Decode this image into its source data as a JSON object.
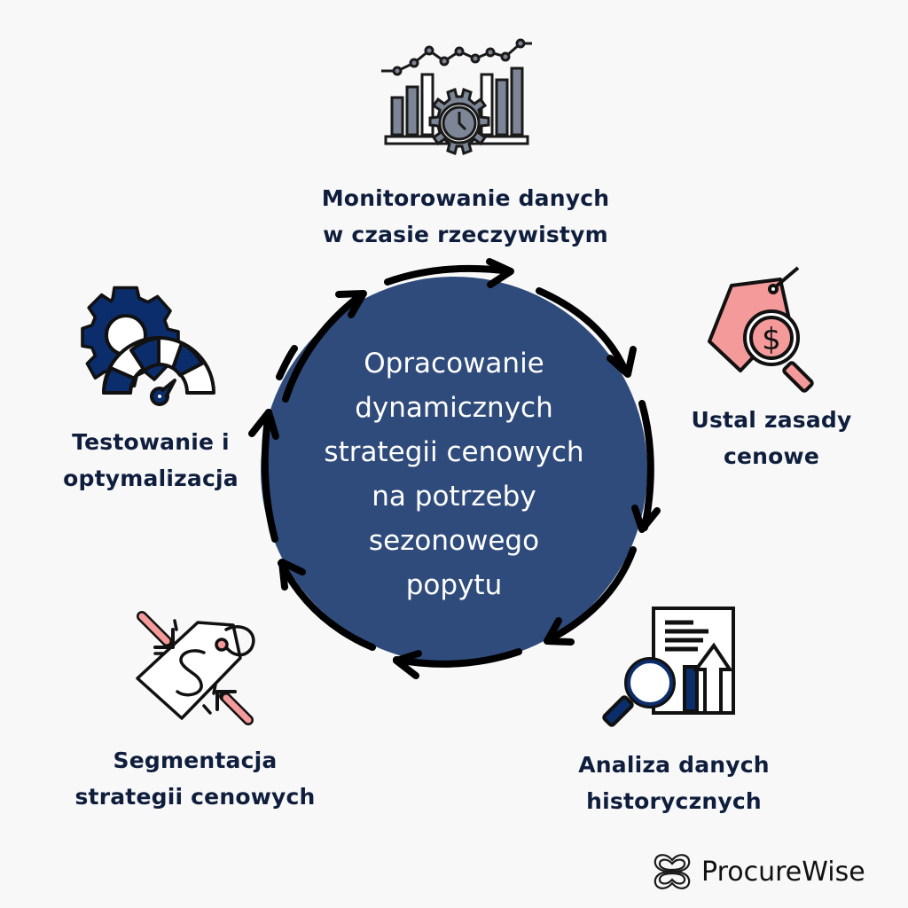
{
  "diagram": {
    "center": {
      "lines": [
        "Opracowanie",
        "dynamicznych",
        "strategii cenowych",
        "na potrzeby",
        "sezonowego",
        "popytu"
      ],
      "fill_color": "#2f4b7b",
      "text_color": "#ffffff"
    },
    "steps": [
      {
        "id": "monitoring",
        "lines": [
          "Monitorowanie danych",
          "w czasie rzeczywistym"
        ],
        "icon": "chart-gear-clock-icon",
        "position": "top"
      },
      {
        "id": "pricing-rules",
        "lines": [
          "Ustal zasady",
          "cenowe"
        ],
        "icon": "price-tag-magnifier-icon",
        "position": "right"
      },
      {
        "id": "historical-analysis",
        "lines": [
          "Analiza danych",
          "historycznych"
        ],
        "icon": "report-magnifier-icon",
        "position": "bottom-right"
      },
      {
        "id": "segmentation",
        "lines": [
          "Segmentacja",
          "strategii cenowych"
        ],
        "icon": "broken-price-tag-icon",
        "position": "bottom-left"
      },
      {
        "id": "testing",
        "lines": [
          "Testowanie i",
          "optymalizacja"
        ],
        "icon": "gear-gauge-icon",
        "position": "left"
      }
    ],
    "flow_direction": "clockwise",
    "colors": {
      "label_text": "#0f1e3d",
      "accent_navy": "#0b2d6b",
      "accent_pink": "#f59a9a",
      "icon_gray": "#7d8696",
      "background": "#f8f8f8"
    }
  },
  "brand": {
    "name": "ProcureWise",
    "logo_icon": "interlaced-knot-logo-icon"
  }
}
